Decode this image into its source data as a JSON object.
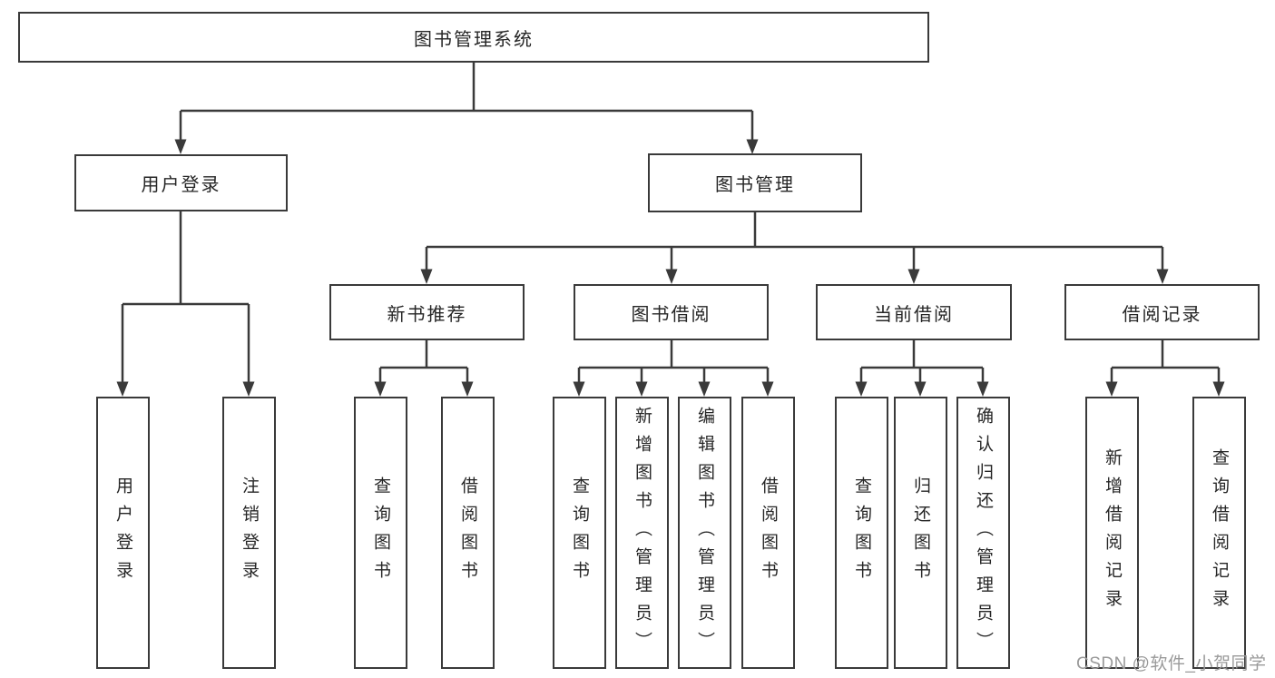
{
  "page": {
    "watermark": "CSDN @软件_小贺同学",
    "colors": {
      "line": "#3a3a3a",
      "box_border": "#3a3a3a",
      "box_fill": "#ffffff",
      "text": "#262626",
      "watermark": "#9a9a9a",
      "background": "#ffffff"
    }
  },
  "tree": {
    "label": "图书管理系统",
    "children": [
      {
        "label": "用户登录",
        "children": [
          {
            "label": "用户登录"
          },
          {
            "label": "注销登录"
          }
        ]
      },
      {
        "label": "图书管理",
        "children": [
          {
            "label": "新书推荐",
            "children": [
              {
                "label": "查询图书"
              },
              {
                "label": "借阅图书"
              }
            ]
          },
          {
            "label": "图书借阅",
            "children": [
              {
                "label": "查询图书"
              },
              {
                "label": "新增图书（管理员）"
              },
              {
                "label": "编辑图书（管理员）"
              },
              {
                "label": "借阅图书"
              }
            ]
          },
          {
            "label": "当前借阅",
            "children": [
              {
                "label": "查询图书"
              },
              {
                "label": "归还图书"
              },
              {
                "label": "确认归还（管理员）"
              }
            ]
          },
          {
            "label": "借阅记录",
            "children": [
              {
                "label": "新增借阅记录"
              },
              {
                "label": "查询借阅记录"
              }
            ]
          }
        ]
      }
    ]
  }
}
